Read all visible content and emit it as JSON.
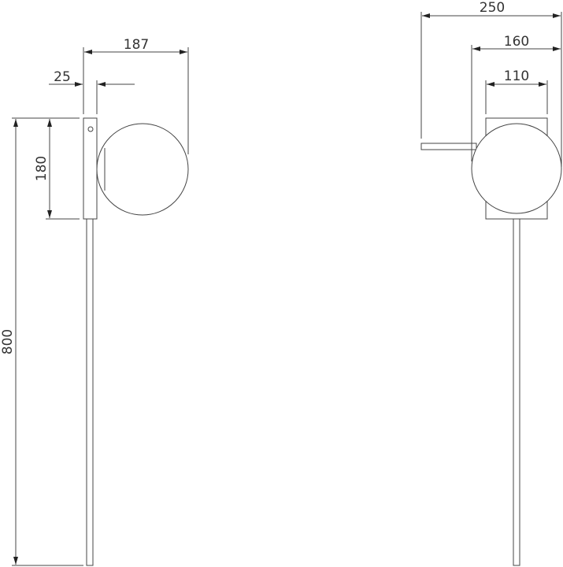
{
  "side_view": {
    "dims": {
      "width_total": "187",
      "plate_depth": "25",
      "plate_height": "180",
      "total_height": "800"
    }
  },
  "front_view": {
    "dims": {
      "overall": "250",
      "globe_extent": "160",
      "plate_width": "110"
    }
  }
}
